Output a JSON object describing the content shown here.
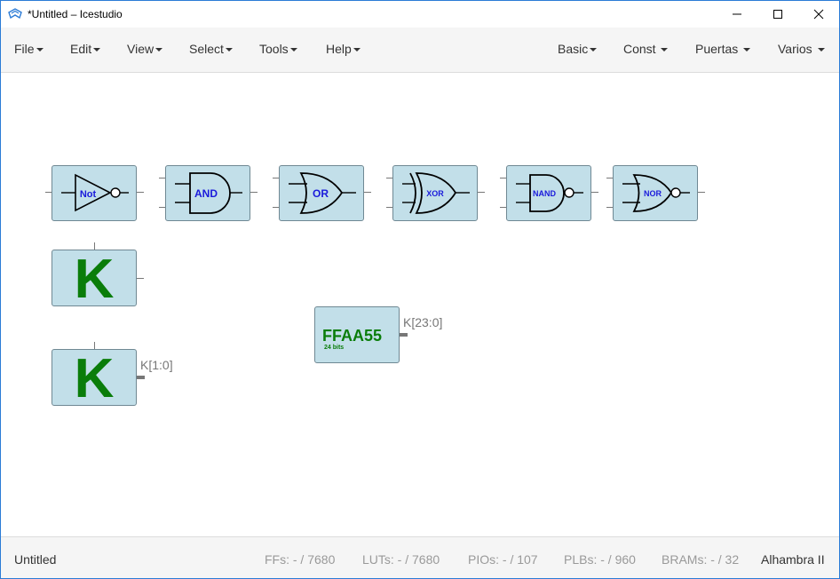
{
  "window": {
    "title": "*Untitled – Icestudio"
  },
  "menu_left": [
    {
      "label": "File"
    },
    {
      "label": "Edit"
    },
    {
      "label": "View"
    },
    {
      "label": "Select"
    },
    {
      "label": "Tools"
    },
    {
      "label": "Help"
    }
  ],
  "menu_right": [
    {
      "label": "Basic"
    },
    {
      "label": "Const"
    },
    {
      "label": "Puertas"
    },
    {
      "label": "Varios"
    }
  ],
  "blocks": {
    "gates": [
      {
        "label": "Not"
      },
      {
        "label": "AND"
      },
      {
        "label": "OR"
      },
      {
        "label": "XOR"
      },
      {
        "label": "NAND"
      },
      {
        "label": "NOR"
      }
    ],
    "const_k1": {
      "letter": "K"
    },
    "const_k2": {
      "letter": "K",
      "port": "K[1:0]"
    },
    "const_hex": {
      "value": "FFAA55",
      "bits": "24 bits",
      "port": "K[23:0]"
    }
  },
  "status": {
    "project": "Untitled",
    "ffs": "FFs:  - / 7680",
    "luts": "LUTs:  - / 7680",
    "pios": "PIOs:  - / 107",
    "plbs": "PLBs:  - / 960",
    "brams": "BRAMs:  - / 32",
    "board": "Alhambra II"
  },
  "colors": {
    "block_fill": "#c2dfe9",
    "gate_label": "#1a1adb",
    "const_green": "#0a7d0a",
    "accent": "#2b7bd6"
  }
}
